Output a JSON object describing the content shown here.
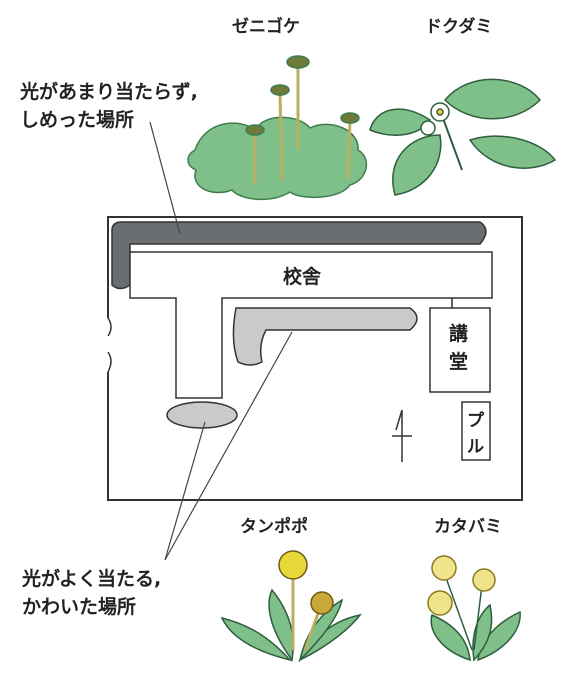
{
  "plants": {
    "zenigoke": "ゼニゴケ",
    "dokudami": "ドクダミ",
    "tanpopo": "タンポポ",
    "katabami": "カタバミ"
  },
  "callouts": {
    "shade_line1": "光があまり当たらず,",
    "shade_line2": "しめった場所",
    "sun_line1": "光がよく当たる,",
    "sun_line2": "かわいた場所"
  },
  "map": {
    "school_building": "校舎",
    "auditorium_line1": "講",
    "auditorium_line2": "堂",
    "pool_line1": "プ",
    "pool_line2": "ル"
  },
  "colors": {
    "shade_area": "#6b6e70",
    "sun_area": "#c8cacc",
    "leaf": "#7fbf8a",
    "leaf_dark": "#3e7d4d",
    "flower_yellow": "#e7d83a",
    "outline": "#333333"
  }
}
